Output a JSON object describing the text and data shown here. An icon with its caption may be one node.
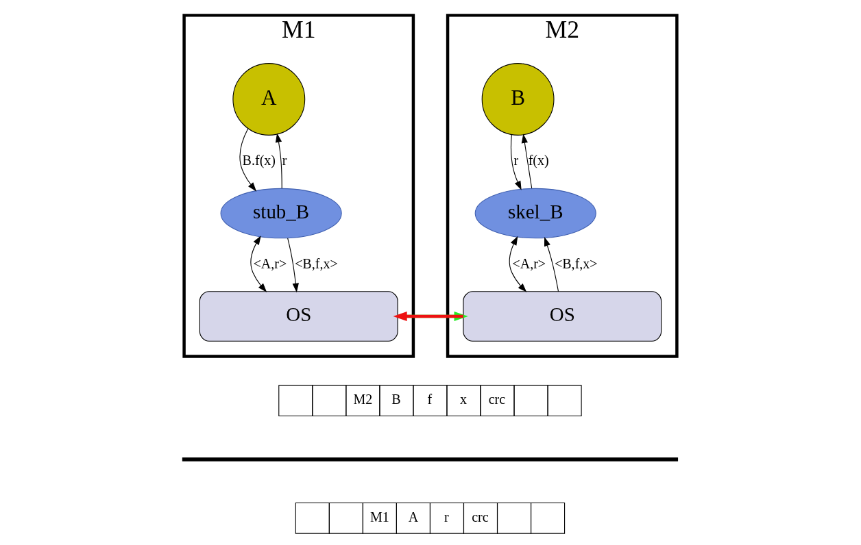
{
  "diagram": {
    "nodes": [
      {
        "text": [
          "M1"
        ]
      },
      {
        "text": [
          "A"
        ],
        "in": 0
      },
      {
        "text": [
          "stub_B"
        ],
        "in": 0
      },
      {
        "text": [
          "OS"
        ],
        "in": 0
      },
      {
        "text": [
          "M2"
        ]
      },
      {
        "text": [
          "B"
        ],
        "in": 4
      },
      {
        "text": [
          "skel_B"
        ],
        "in": 4
      },
      {
        "text": [
          "OS"
        ],
        "in": 4
      },
      {
        "text": [],
        "shape": "bar"
      }
    ],
    "edges": [
      {
        "from": 1,
        "to": 2,
        "arrow": "to",
        "label": "B.f(x)"
      },
      {
        "from": 2,
        "to": 1,
        "arrow": "to",
        "label": "r"
      },
      {
        "from": 2,
        "to": 3,
        "arrow": "both",
        "label": "<A,r>"
      },
      {
        "from": 2,
        "to": 3,
        "arrow": "to",
        "label": "<B,f,x>"
      },
      {
        "from": 6,
        "to": 5,
        "arrow": "to",
        "label": "f(x)"
      },
      {
        "from": 5,
        "to": 6,
        "arrow": "to",
        "label": "r"
      },
      {
        "from": 6,
        "to": 7,
        "arrow": "both",
        "label": "<A,r>"
      },
      {
        "from": 7,
        "to": 6,
        "arrow": "to",
        "label": "<B,f,x>"
      },
      {
        "from": 3,
        "to": 7,
        "arrow": "to",
        "style": "thick",
        "color": "#22ee22"
      },
      {
        "from": 7,
        "to": 3,
        "arrow": "to",
        "style": "thick",
        "color": "#ee1111"
      }
    ],
    "labels": [
      "M2",
      "B",
      "f",
      "x",
      "crc",
      "M1",
      "A",
      "r",
      "crc"
    ]
  }
}
